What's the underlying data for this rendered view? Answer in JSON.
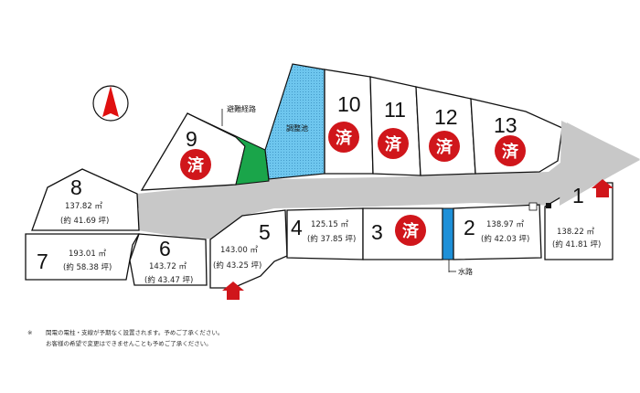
{
  "lots": [
    {
      "id": "1",
      "area": "138.22 ㎡",
      "tsubo": "(約 41.81 坪)",
      "sold": false
    },
    {
      "id": "2",
      "area": "138.97 ㎡",
      "tsubo": "(約 42.03 坪)",
      "sold": false
    },
    {
      "id": "3",
      "area": "",
      "tsubo": "",
      "sold": true
    },
    {
      "id": "4",
      "area": "125.15 ㎡",
      "tsubo": "(約 37.85 坪)",
      "sold": false
    },
    {
      "id": "5",
      "area": "143.00 ㎡",
      "tsubo": "(約 43.25 坪)",
      "sold": false
    },
    {
      "id": "6",
      "area": "143.72 ㎡",
      "tsubo": "(約 43.47 坪)",
      "sold": false
    },
    {
      "id": "7",
      "area": "193.01 ㎡",
      "tsubo": "(約 58.38 坪)",
      "sold": false
    },
    {
      "id": "8",
      "area": "137.82 ㎡",
      "tsubo": "(約 41.69 坪)",
      "sold": false
    },
    {
      "id": "9",
      "area": "",
      "tsubo": "",
      "sold": true
    },
    {
      "id": "10",
      "area": "",
      "tsubo": "",
      "sold": true
    },
    {
      "id": "11",
      "area": "",
      "tsubo": "",
      "sold": true
    },
    {
      "id": "12",
      "area": "",
      "tsubo": "",
      "sold": true
    },
    {
      "id": "13",
      "area": "",
      "tsubo": "",
      "sold": true
    }
  ],
  "sold_mark": "済",
  "labels": {
    "evacuation_route": "避難経路",
    "retention_pond": "調整池",
    "waterway": "水路"
  },
  "notes": {
    "marker": "※",
    "line1": "関電の電柱・支線が予期なく設置されます。予めご了承ください。",
    "line2": "お客様の希望で変更はできませんことも予めご了承ください。"
  },
  "colors": {
    "road": "#c8c8c8",
    "sold_circle": "#d0161b",
    "pond": "#6ec6ee",
    "evac_green": "#1aa54a",
    "waterway": "#1e90d8",
    "entry_arrow": "#d0161b",
    "north_arrow": "#e01010"
  }
}
